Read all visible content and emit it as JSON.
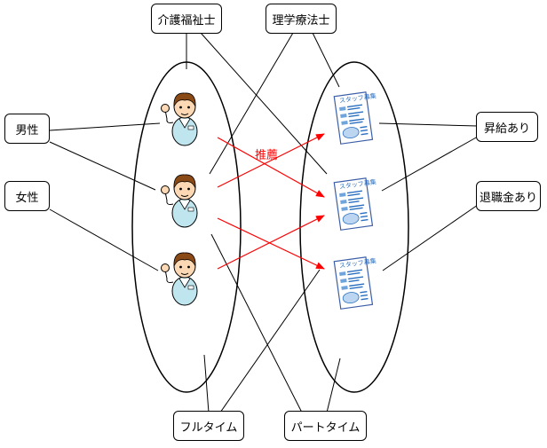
{
  "attributes": {
    "care_worker": "介護福祉士",
    "physical_therapist": "理学療法士",
    "male": "男性",
    "female": "女性",
    "full_time": "フルタイム",
    "part_time": "パートタイム",
    "raise": "昇給あり",
    "retirement_pay": "退職金あり"
  },
  "recommend_label": "推薦",
  "job_flyer_title": "スタッフ募集",
  "colors": {
    "line": "#000000",
    "recommend_arrow": "#ff0000",
    "scrub": "#bfe6ef",
    "hair": "#8a4a16",
    "skin": "#fcd9b4",
    "flyer_text": "#2a6fc0"
  },
  "icons": {
    "candidate": "staff-character-icon",
    "job": "job-flyer-icon"
  }
}
